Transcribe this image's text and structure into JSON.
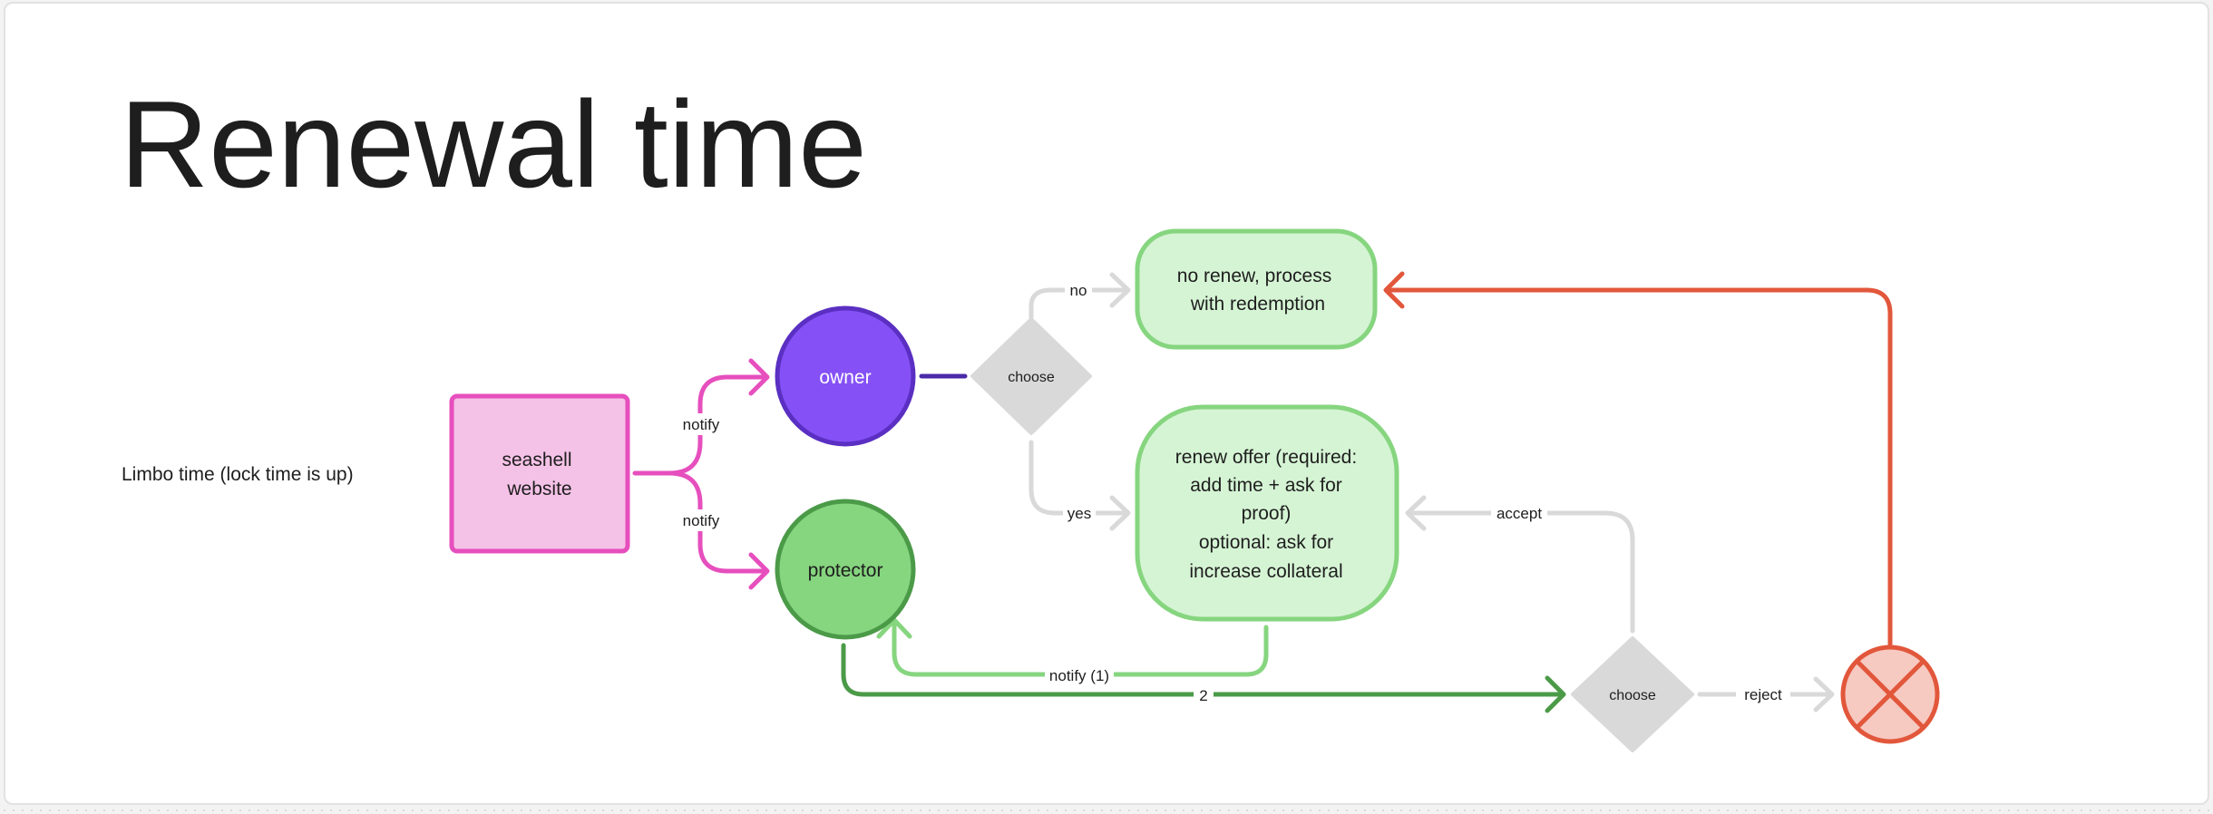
{
  "title": "Renewal time",
  "side_label": "Limbo time (lock time is up)",
  "nodes": {
    "website": [
      "seashell",
      "website"
    ],
    "owner": "owner",
    "protector": "protector",
    "choose_owner": "choose",
    "choose_protector": "choose",
    "no_renew": [
      "no renew, process",
      "with redemption"
    ],
    "renew_offer": [
      "renew offer (required:",
      "add time + ask for",
      "proof)",
      "optional: ask for",
      "increase collateral"
    ]
  },
  "edges": {
    "notify_owner": "notify",
    "notify_protector": "notify",
    "no": "no",
    "yes": "yes",
    "accept": "accept",
    "reject": "reject",
    "notify_1": "notify (1)",
    "two": "2"
  },
  "colors": {
    "pink_fill": "#f5c2e7",
    "pink_stroke": "#e64fbd",
    "purple_fill": "#8551f6",
    "purple_stroke": "#5a2fc2",
    "green_fill": "#86d57f",
    "green_stroke": "#4b9a48",
    "light_green_fill": "#d5f4d4",
    "light_green_stroke": "#86d57f",
    "grey_fill": "#d9d9d9",
    "red_fill": "#f6c9c1",
    "red_stroke": "#e2573b"
  }
}
